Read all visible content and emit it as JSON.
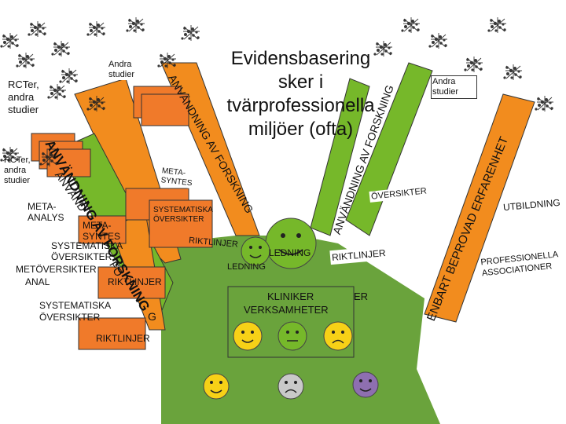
{
  "title": "Evidensbasering sker i tvärprofessionella miljöer (ofta)",
  "title_lines": [
    "Evidensbasering",
    "sker i",
    "tvärprofessionella",
    "miljöer (ofta)"
  ],
  "arrows": {
    "anvandning_forskning": "ANVÄNDNING AV FORSKNING",
    "anvandning_forskning_short": "ANVÄNDNING AV FO",
    "anvandning_left": "ANVÄNDNING AV FORSKNING",
    "anvandning_left_trunc": "ANVÄND",
    "anvandning_small": "ANVÄNDNING AV",
    "enbart_beprovad": "ENBART BEPROVAD ERFARENHET",
    "fo_fragment": "FO",
    "g_fragment": "G"
  },
  "labels": {
    "andra_studier_1": "Andra studier",
    "andra_studier_2": "Andra studier",
    "rcter_1": "RCTer, andra studier",
    "rcter_2": "RCTer, andra studier",
    "meta_analys": "META-ANALYS",
    "meta_syntes_1": "META-SYNTES",
    "meta_syntes_2": "META-SYNTES",
    "systematiska_1": "SYSTEMATISKA ÖVERSIKTER",
    "systematiska_2": "SYSTEMATISKA ÖVERSIKTER",
    "systematiska_3": "SYSTEMATISKA ÖVERSIKTER",
    "meta_oversikter": "METÖVERSIKTER",
    "analys_frag": "ANAL",
    "riktlinjer_1": "RIKTLINJER",
    "riktlinjer_2": "RIKTLINJER",
    "riktlinjer_3": "RIKTLINJER",
    "riktlinjer_4": "RIKTLINJER",
    "oversikter": "ÖVERSIKTER",
    "ledning_1": "LEDNING",
    "ledning_2": "LEDNING",
    "kliniker": "KLINIKER",
    "verksamheter": "VERKSAMHETER",
    "er_frag": "ER",
    "utbildning": "UTBILDNING",
    "professionella": "PROFESSIONELLA ASSOCIATIONER"
  },
  "colors": {
    "arrow_orange": "#f28c1e",
    "arrow_green": "#76b82a",
    "box_orange": "#f07a2a",
    "base_green": "#6aa33c",
    "face_yellow": "#f7d117",
    "face_purple": "#8e6fb0",
    "face_gray": "#c9c9c9"
  },
  "icons": [
    "bacteria-cluster-icon",
    "smiley-face-icon",
    "sad-face-icon",
    "neutral-face-icon"
  ]
}
